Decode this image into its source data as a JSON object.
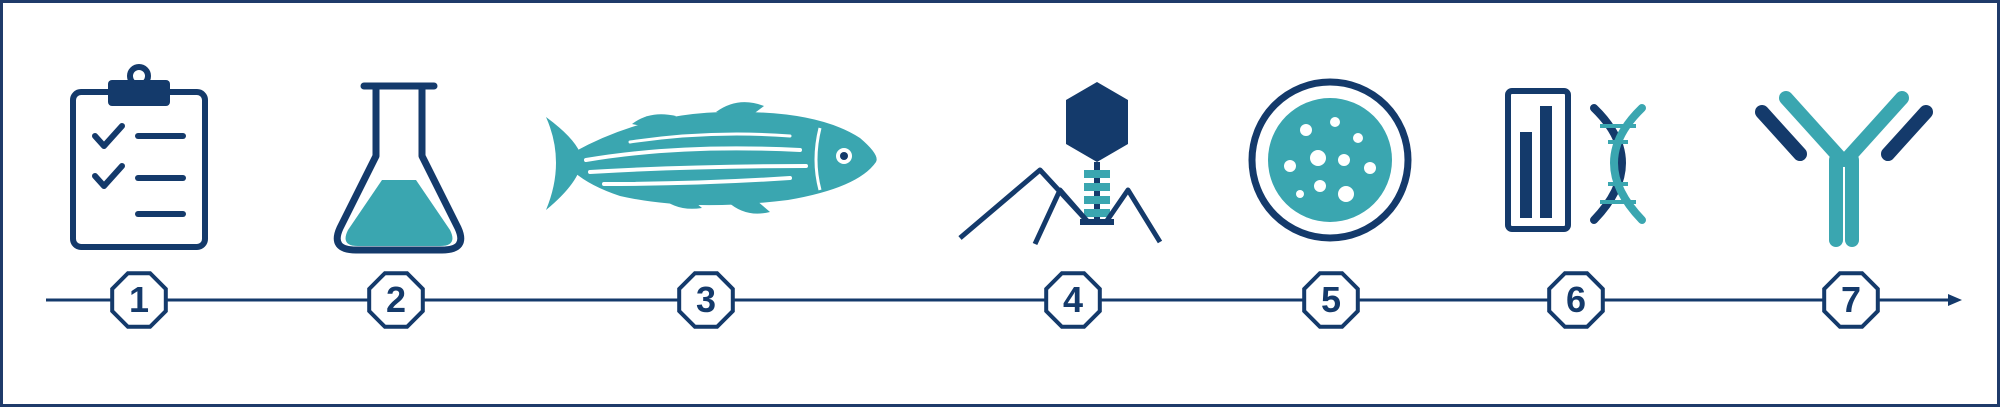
{
  "colors": {
    "navy": "#143a6b",
    "teal": "#3aa6b0",
    "border": "#1f3b6a",
    "background": "#ffffff"
  },
  "steps": [
    {
      "label": "1",
      "icon": "clipboard-checklist-icon"
    },
    {
      "label": "2",
      "icon": "erlenmeyer-flask-icon"
    },
    {
      "label": "3",
      "icon": "zebrafish-icon"
    },
    {
      "label": "4",
      "icon": "bacteriophage-icon"
    },
    {
      "label": "5",
      "icon": "petri-dish-icon"
    },
    {
      "label": "6",
      "icon": "bar-chart-dna-icon"
    },
    {
      "label": "7",
      "icon": "antibody-icon"
    }
  ]
}
